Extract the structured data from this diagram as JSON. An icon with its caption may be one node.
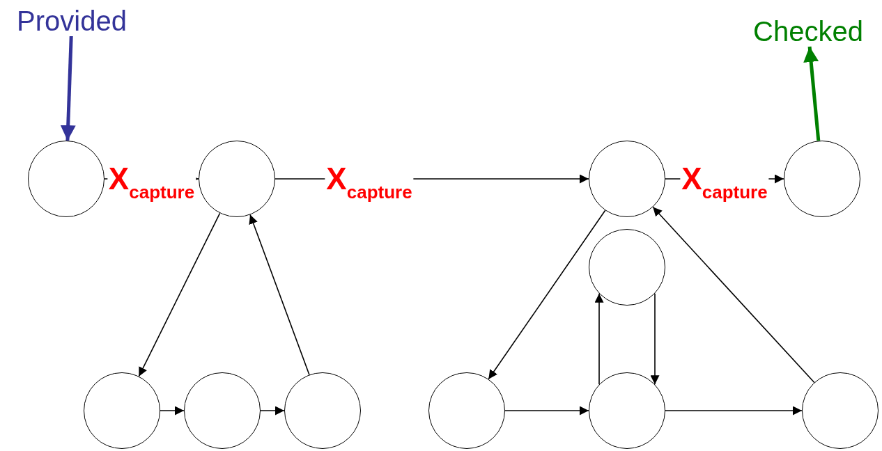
{
  "diagram": {
    "nodes": [
      {
        "text": [
          "Provided"
        ]
      },
      {
        "text": [
          "Checked"
        ]
      },
      {
        "text": [],
        "shape": "circle"
      },
      {
        "text": [],
        "shape": "circle"
      },
      {
        "text": [],
        "shape": "circle"
      },
      {
        "text": [],
        "shape": "circle"
      },
      {
        "text": [],
        "shape": "circle"
      },
      {
        "text": [],
        "shape": "circle"
      },
      {
        "text": [],
        "shape": "circle"
      },
      {
        "text": [],
        "shape": "circle"
      },
      {
        "text": [],
        "shape": "circle"
      },
      {
        "text": [],
        "shape": "circle"
      },
      {
        "text": [],
        "shape": "circle"
      }
    ],
    "edges": [
      {
        "from": 0,
        "to": 2,
        "arrow": "to",
        "style": "thick",
        "color": "#333399"
      },
      {
        "from": 5,
        "to": 1,
        "arrow": "to",
        "style": "thick",
        "color": "#008000"
      },
      {
        "from": 2,
        "to": 3,
        "arrow": "to",
        "label": "X$_{capture}$"
      },
      {
        "from": 3,
        "to": 4,
        "arrow": "to",
        "label": "X$_{capture}$"
      },
      {
        "from": 4,
        "to": 5,
        "arrow": "to",
        "label": "X$_{capture}$"
      },
      {
        "from": 3,
        "to": 7,
        "arrow": "to"
      },
      {
        "from": 7,
        "to": 8,
        "arrow": "to"
      },
      {
        "from": 8,
        "to": 9,
        "arrow": "to"
      },
      {
        "from": 9,
        "to": 3,
        "arrow": "to"
      },
      {
        "from": 4,
        "to": 10,
        "arrow": "to"
      },
      {
        "from": 10,
        "to": 11,
        "arrow": "to"
      },
      {
        "from": 11,
        "to": 12,
        "arrow": "to"
      },
      {
        "from": 12,
        "to": 4,
        "arrow": "to"
      },
      {
        "from": 11,
        "to": 6,
        "arrow": "to"
      },
      {
        "from": 6,
        "to": 11,
        "arrow": "to"
      }
    ]
  }
}
